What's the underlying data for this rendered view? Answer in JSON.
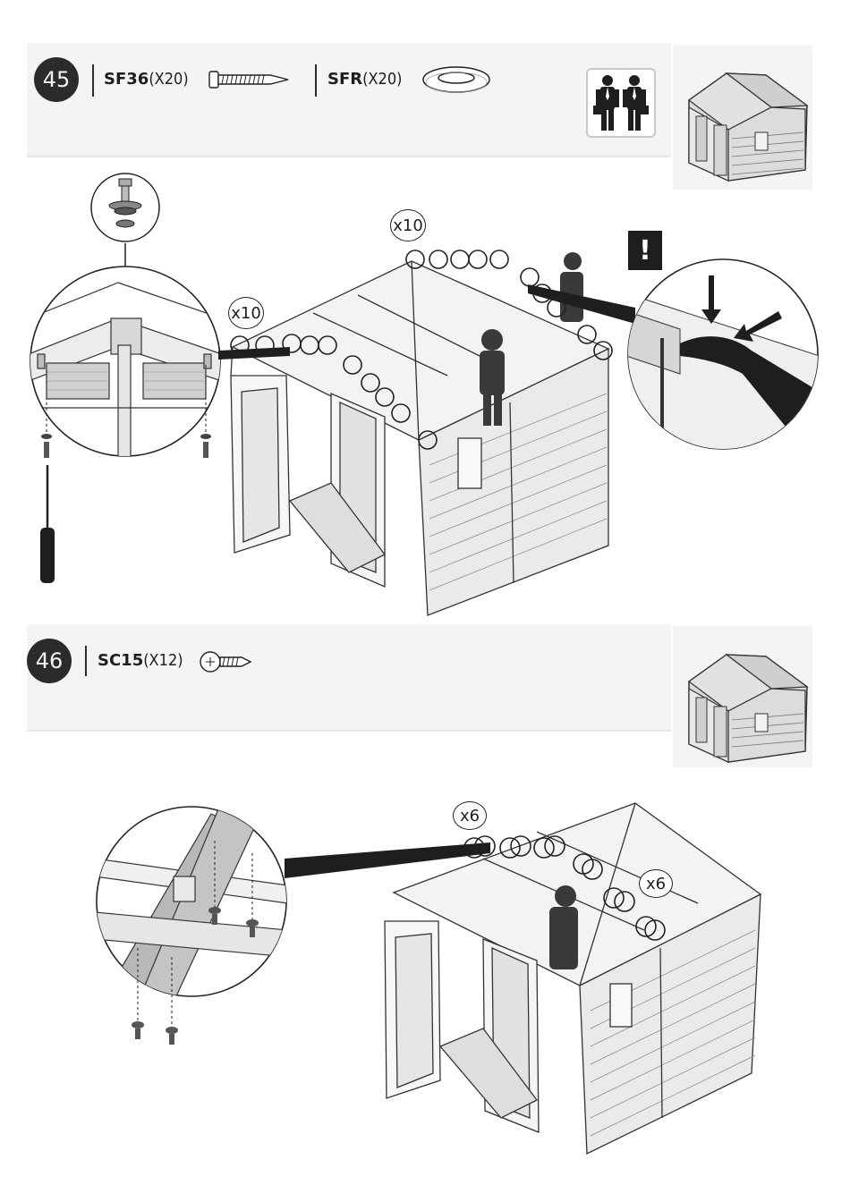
{
  "steps": [
    {
      "number": "45",
      "parts": [
        {
          "code": "SF36",
          "qty": "(X20)",
          "icon": "screw-icon"
        },
        {
          "code": "SFR",
          "qty": "(X20)",
          "icon": "washer-icon"
        }
      ],
      "people_icon": "two-people-icon",
      "counts": [
        "x10",
        "x10"
      ],
      "warning": "!"
    },
    {
      "number": "46",
      "parts": [
        {
          "code": "SC15",
          "qty": "(X12)",
          "icon": "short-screw-icon"
        }
      ],
      "counts": [
        "x6",
        "x6"
      ]
    }
  ]
}
